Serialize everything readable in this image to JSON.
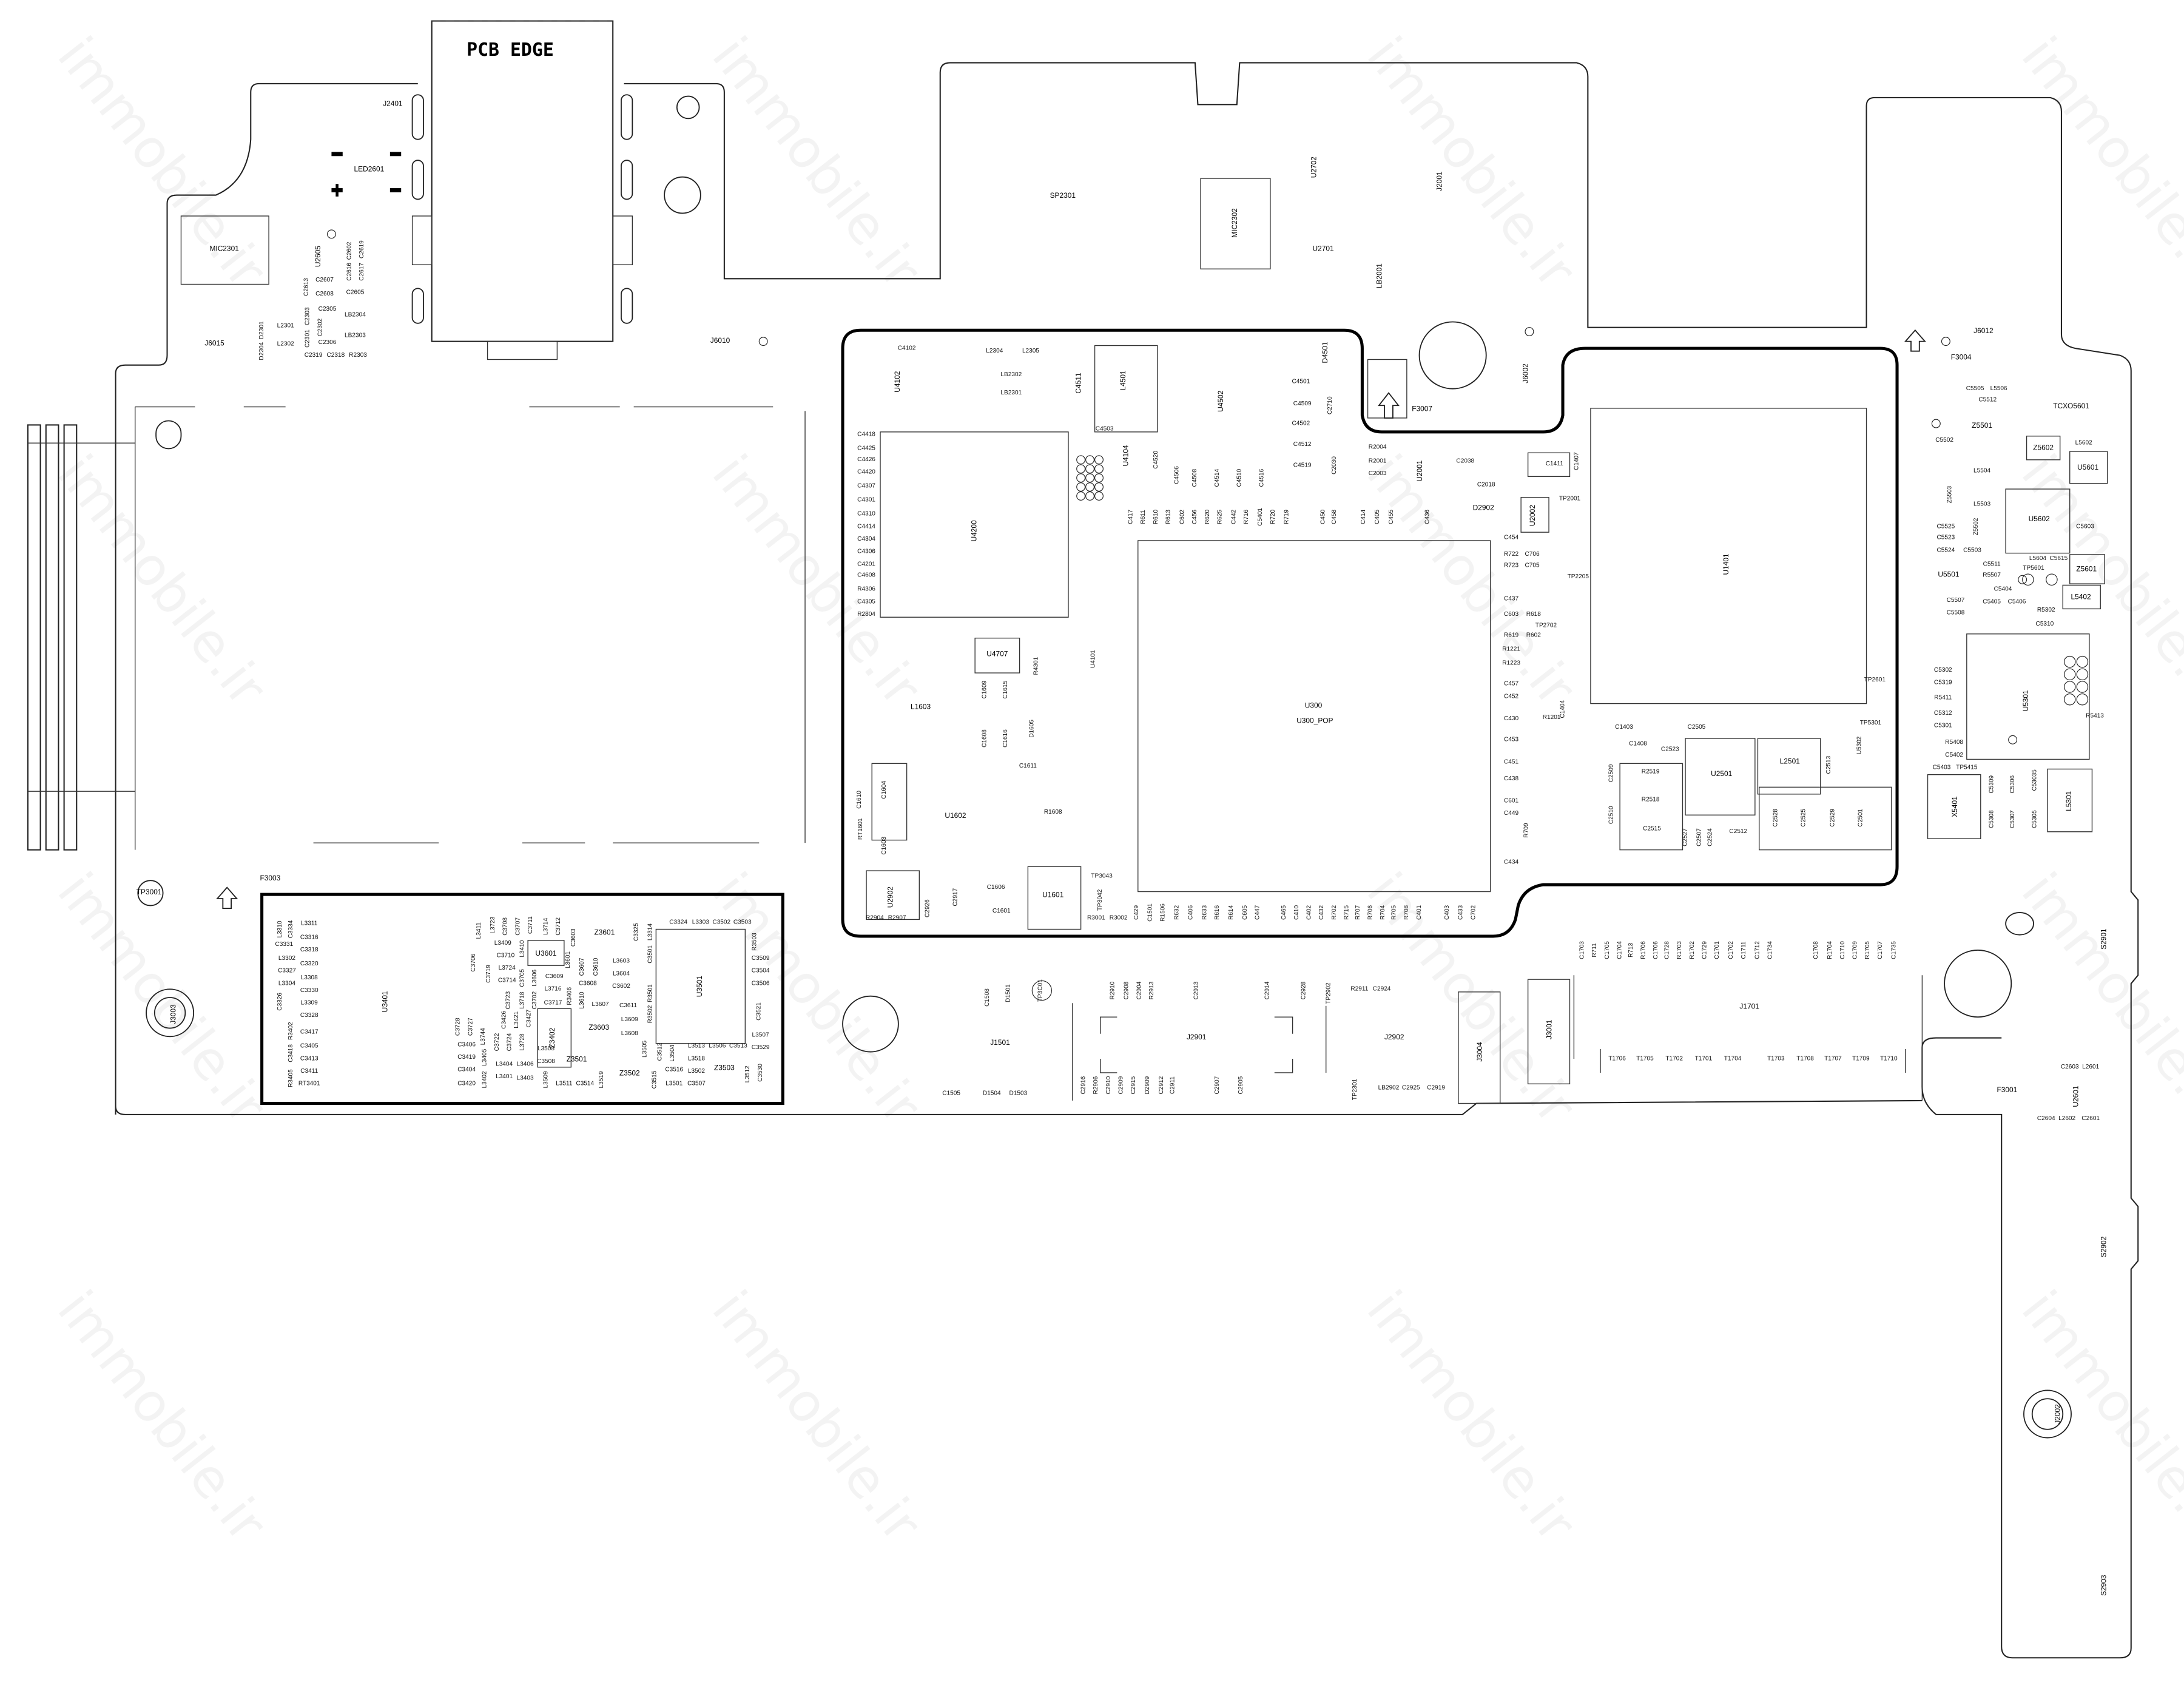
{
  "title": "PCB EDGE",
  "watermark": "immobile.ir",
  "labels": {
    "main": [
      "U300",
      "U300_POP",
      "U4200",
      "U1401",
      "U2501",
      "L2501",
      "U4707",
      "L1603",
      "U1602",
      "U1601",
      "U2902",
      "U4102",
      "U4502",
      "L4501",
      "C4511",
      "U4104",
      "MIC2301",
      "U2605",
      "SP2301",
      "MIC2302",
      "U2702",
      "U2701",
      "J2001",
      "LB2001",
      "J6002",
      "F3007",
      "J2401",
      "LED2601",
      "J6015",
      "J6010",
      "J6012",
      "F3004",
      "TCXO5601",
      "U5602",
      "U5601",
      "U5501",
      "U5301",
      "X5401",
      "L5301",
      "Z5501",
      "Z5601",
      "Z5602",
      "L5402",
      "U3401",
      "U3501",
      "U3601",
      "Z3402",
      "Z3603",
      "Z3501",
      "Z3502",
      "Z3503",
      "Z3601",
      "F3003",
      "TP3001",
      "J3003",
      "J1501",
      "J2901",
      "J2902",
      "J3004",
      "J3001",
      "J1701",
      "F3001",
      "U2601",
      "S2901",
      "S2902",
      "J2002",
      "S2903",
      "U2001",
      "U2002",
      "D2902",
      "D4501"
    ],
    "small": [
      "C4102",
      "L2304",
      "L2305",
      "LB2302",
      "LB2301",
      "C4520",
      "C4506",
      "C4508",
      "C4514",
      "C4510",
      "C4516",
      "C2710",
      "C4501",
      "C4509",
      "C4502",
      "C4512",
      "C4519",
      "C2030",
      "C4503",
      "R2004",
      "R2001",
      "C2003",
      "C2038",
      "C2018",
      "C1411",
      "C1407",
      "TP2001",
      "C454",
      "R722",
      "C706",
      "R723",
      "C705",
      "TP2205",
      "C437",
      "C603",
      "R618",
      "TP2702",
      "R619",
      "R602",
      "R1221",
      "R1223",
      "C457",
      "C452",
      "C1404",
      "C430",
      "R1201",
      "C453",
      "C451",
      "C438",
      "C601",
      "C449",
      "R709",
      "C434",
      "TP2601",
      "C1403",
      "C1408",
      "R2519",
      "R2518",
      "C2515",
      "C2509",
      "C2510",
      "C2505",
      "C2523",
      "C2513",
      "U5302",
      "TP5301",
      "C2528",
      "C2525",
      "C2529",
      "C2501",
      "C2512",
      "C2527",
      "C2507",
      "C2524",
      "C1604",
      "C1610",
      "C1603",
      "RT1601",
      "C1609",
      "C1615",
      "C1608",
      "C1616",
      "C1611",
      "D1605",
      "R1608",
      "R4301",
      "U4101",
      "C1606",
      "C1601",
      "C2917",
      "C2926",
      "R2904",
      "R2907",
      "R3001",
      "R3002",
      "TP3043",
      "TP3042",
      "C5505",
      "L5506",
      "C5512",
      "C5502",
      "L5602",
      "L5504",
      "Z5503",
      "L5503",
      "Z5502",
      "C5525",
      "C5523",
      "C5524",
      "C5503",
      "C5603",
      "L5604",
      "C5615",
      "TP5601",
      "C5511",
      "R5507",
      "C5404",
      "C5405",
      "C5406",
      "C5507",
      "C5508",
      "R5302",
      "C5310",
      "C5302",
      "C5319",
      "R5411",
      "C5312",
      "C5301",
      "R5408",
      "C5402",
      "C5403",
      "TP5415",
      "R5413",
      "C5309",
      "C5306",
      "C53035",
      "C5308",
      "C5307",
      "C5305",
      "C2603",
      "L2601",
      "C2604",
      "L2602",
      "C2601",
      "C2602",
      "C2619",
      "C2616",
      "C2617",
      "C2613",
      "C2607",
      "C2608",
      "C2605",
      "C2305",
      "LB2304",
      "C2303",
      "C2302",
      "L2301",
      "D2301",
      "LB2303",
      "C2301",
      "L2302",
      "C2306",
      "D2304",
      "C2319",
      "C2318",
      "R2303",
      "L3310",
      "C3334",
      "L3311",
      "C3316",
      "C3331",
      "C3318",
      "L3302",
      "C3320",
      "C3327",
      "L3308",
      "L3304",
      "C3330",
      "C3326",
      "L3309",
      "C3328",
      "R3402",
      "C3417",
      "C3405",
      "C3418",
      "C3413",
      "R3405",
      "C3411",
      "RT3401",
      "C3521",
      "C3324",
      "L3303",
      "C3502",
      "C3503",
      "R3503",
      "C3509",
      "C3504",
      "C3506",
      "L3507",
      "C3529",
      "C3530",
      "L3512",
      "C3513",
      "L3506",
      "L3513",
      "L3518",
      "L3502",
      "C3507",
      "L3501",
      "C3516",
      "C3515",
      "C3512",
      "L3504",
      "L3505",
      "R3502",
      "R3501",
      "C3501",
      "L3314",
      "C3325",
      "L3603",
      "L3604",
      "C3602",
      "C3611",
      "L3609",
      "L3608",
      "L3607",
      "L3610",
      "C3608",
      "C3607",
      "C3610",
      "C3603",
      "L3601",
      "C3609",
      "L3716",
      "C3717",
      "R3406",
      "L3714",
      "C3712",
      "C3711",
      "C3707",
      "C3708",
      "L3723",
      "L3411",
      "L3409",
      "L3410",
      "C3710",
      "L3724",
      "C3714",
      "C3705",
      "L3606",
      "C3706",
      "C3719",
      "C3723",
      "L3718",
      "C3702",
      "C3728",
      "C3727",
      "C3426",
      "L3421",
      "C3427",
      "L3744",
      "C3722",
      "C3724",
      "L3728",
      "C3406",
      "C3419",
      "L3405",
      "C3404",
      "C3420",
      "L3402",
      "L3404",
      "L3406",
      "L3401",
      "L3403",
      "L3508",
      "C3508",
      "L3509",
      "L3511",
      "C3514",
      "L3519",
      "TP2902",
      "R2911",
      "C2924",
      "C1508",
      "D1501",
      "TP3C01",
      "C1505",
      "D1504",
      "D1503",
      "TP2301",
      "LB2902",
      "C2925",
      "C2919"
    ],
    "u300_top_row": [
      "C417",
      "R611",
      "R610",
      "R613",
      "C602",
      "C456",
      "R620",
      "R625",
      "C442",
      "R716",
      "C5401",
      "R720",
      "R719",
      "C450",
      "C458",
      "C414",
      "C405",
      "C455",
      "C436"
    ],
    "u300_bottom_row": [
      "C429",
      "C1501",
      "R1506",
      "R632",
      "C406",
      "R633",
      "R616",
      "R614",
      "C605",
      "C447",
      "C465",
      "C410",
      "C402",
      "C432",
      "R702",
      "R715",
      "R707",
      "R706",
      "R704",
      "R705",
      "R708",
      "C401",
      "C403",
      "C433",
      "C702"
    ],
    "u4200_left_col": [
      "C4418",
      "C4425",
      "C4426",
      "C4420",
      "C4307",
      "C4301",
      "C4310",
      "C4414",
      "C4304",
      "C4306",
      "C4201",
      "C4608",
      "R4306",
      "C4305",
      "R2804"
    ],
    "j1701_top_row": [
      "C1703",
      "R711",
      "C1705",
      "C1704",
      "R713",
      "R1706",
      "C1706",
      "C1728",
      "R1703",
      "R1702",
      "C1729",
      "C1701",
      "C1702",
      "C1711",
      "C1712",
      "C1734",
      "C1708",
      "R1704",
      "C1710",
      "C1709",
      "R1705",
      "C1707",
      "C1735"
    ],
    "t1700_row": [
      "T1706",
      "T1705",
      "T1702",
      "T1701",
      "T1704",
      "T1703",
      "T1708",
      "T1707",
      "T1709",
      "T1710"
    ],
    "j2901_bottom_row": [
      "C2916",
      "R2906",
      "C2910",
      "C2909",
      "C2915",
      "D2909",
      "C2912",
      "C2911",
      "C2907",
      "C2905"
    ],
    "j2901_top_row": [
      "R2910",
      "C2908",
      "C2904",
      "R2913",
      "C2913",
      "C2914",
      "C2928"
    ]
  }
}
